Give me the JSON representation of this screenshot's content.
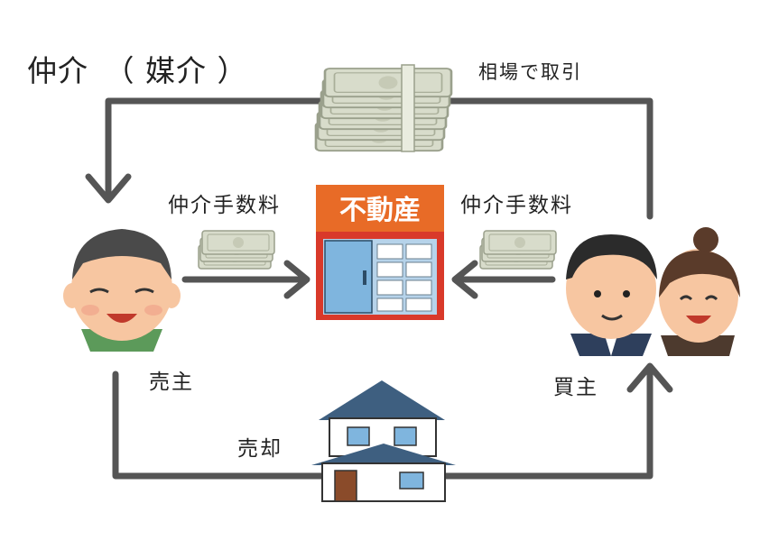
{
  "title": "仲介　（ 媒介 ）",
  "labels": {
    "market_trade": "相場で取引",
    "fee_seller": "仲介手数料",
    "fee_buyer": "仲介手数料",
    "seller": "売主",
    "buyer": "買主",
    "sale": "売却"
  },
  "store_sign": "不動産",
  "colors": {
    "arrow": "#555555",
    "store_red": "#e0422c",
    "store_sign_bg": "#e86b27",
    "money": "#d8dccb",
    "house_roof": "#3e5f80",
    "skin": "#f7c6a1"
  },
  "icons": [
    "money-stack-icon",
    "real-estate-store-icon",
    "seller-man-icon",
    "buyer-couple-icon",
    "house-icon"
  ]
}
